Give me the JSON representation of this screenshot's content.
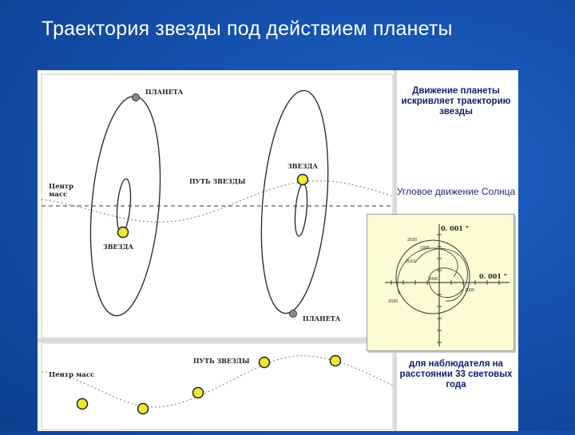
{
  "slide": {
    "title": "Траектория звезды под действием планеты"
  },
  "figure": {
    "top_panel": {
      "planet_top_label": "ПЛАНЕТА",
      "star_left_label": "ЗВЕЗДА",
      "center_of_mass_label": "Центр масс",
      "star_path_label": "ПУТЬ ЗВЕЗДЫ",
      "star_right_label": "ЗВЕЗДА",
      "planet_bottom_label": "ПЛАНЕТА"
    },
    "bottom_panel": {
      "star_path_label": "ПУТЬ ЗВЕЗДЫ",
      "center_of_mass_label": "Центр масс"
    },
    "side_text": {
      "heading": "Движение планеты искривляет траекторию звезды",
      "angular_motion": "Угловое движение Солнца",
      "observer_note": "для наблюдателя на расстоянии 33 световых года"
    },
    "inset": {
      "y_axis_label": "0. 001 \"",
      "x_axis_label": "0. 001 \"",
      "years": [
        "2020",
        "1995",
        "2010",
        "2000",
        "2005",
        "2030"
      ]
    },
    "colors": {
      "star": "#f3e634",
      "planet": "#8a8a8a",
      "inset_bg": "#fcfbd3",
      "slide_bg": "#1552b0"
    }
  }
}
